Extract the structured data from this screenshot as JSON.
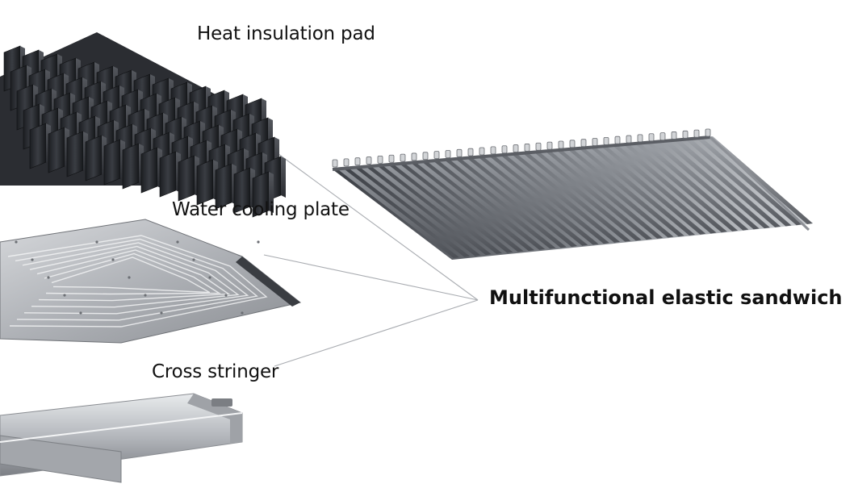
{
  "labels": {
    "heat_insulation_pad": "Heat insulation pad",
    "water_cooling_plate": "Water cooling plate",
    "cross_stringer": "Cross stringer",
    "sandwich": "Multifunctional elastic sandwich"
  },
  "colors": {
    "background": "#ffffff",
    "pad_dark": "#26282d",
    "plate_metal": "#b9bcc1",
    "stringer_metal": "#c9ccd0",
    "leader_line": "#a9acb1",
    "text": "#111111"
  },
  "icons": [
    "heat-insulation-pad-illustration",
    "water-cooling-plate-illustration",
    "cross-stringer-illustration",
    "elastic-sandwich-illustration"
  ]
}
